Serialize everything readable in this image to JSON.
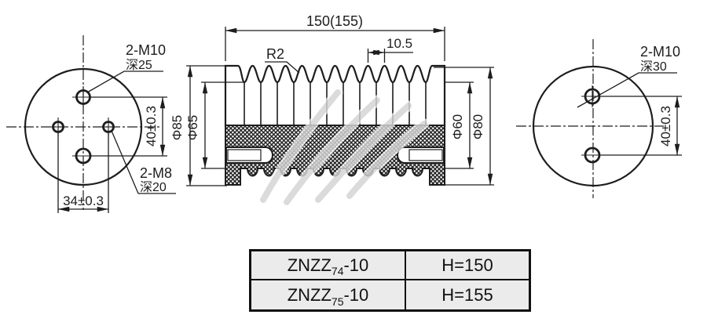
{
  "views": {
    "left_end": {
      "thread_top_label": "2-M10",
      "thread_top_depth": "深25",
      "thread_side_label": "2-M8",
      "thread_side_depth": "深20",
      "dim_vertical": "40±0.3",
      "dim_horizontal": "34±0.3"
    },
    "front_section": {
      "dim_length": "150(155)",
      "dim_rib_pitch": "10.5",
      "dim_rib_radius": "R2",
      "dim_outer_diameter": "Φ85",
      "dim_valley_diameter": "Φ65",
      "dim_core_diameter": "Φ60",
      "dim_flange_diameter": "Φ80"
    },
    "right_end": {
      "thread_top_label": "2-M10",
      "thread_top_depth": "深30",
      "dim_vertical": "40±0.3"
    }
  },
  "table": {
    "rows": [
      {
        "model_prefix": "ZNZZ",
        "model_sub": "74",
        "model_suffix": "-10",
        "height": "H=150"
      },
      {
        "model_prefix": "ZNZZ",
        "model_sub": "75",
        "model_suffix": "-10",
        "height": "H=155"
      }
    ]
  },
  "colors": {
    "line": "#1d1d1d",
    "table_bg": "#ebebeb",
    "watermark": "#b9b9b9",
    "background": "#ffffff"
  }
}
